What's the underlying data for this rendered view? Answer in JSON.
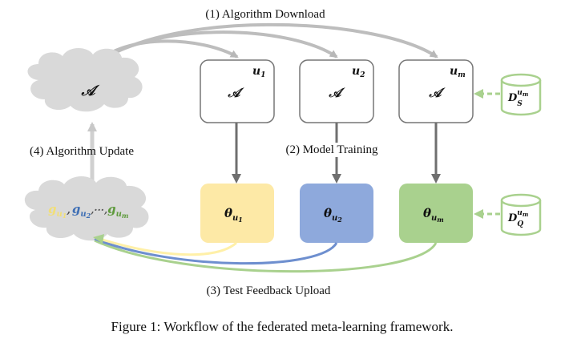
{
  "steps": {
    "download": "(1) Algorithm Download",
    "training": "(2) Model Training",
    "upload": "(3) Test Feedback Upload",
    "update": "(4) Algorithm Update"
  },
  "server": {
    "algorithm_symbol": "𝒜",
    "gradients": {
      "g": "g",
      "sub_u": "u",
      "sub_1": "1",
      "sub_2": "2",
      "sub_m": "m",
      "sep1": ",",
      "sep2": ",···,",
      "colors": [
        "#f5e37a",
        "#3f6fb5",
        "#5e9a3c"
      ]
    }
  },
  "clients": [
    {
      "label_u": "u",
      "label_sub": "1",
      "algorithm": "𝒜",
      "theta": "θ",
      "theta_u": "u",
      "theta_sub": "1",
      "color": "#fde9a6"
    },
    {
      "label_u": "u",
      "label_sub": "2",
      "algorithm": "𝒜",
      "theta": "θ",
      "theta_u": "u",
      "theta_sub": "2",
      "color": "#8ea9dc"
    },
    {
      "label_u": "u",
      "label_sub": "m",
      "algorithm": "𝒜",
      "theta": "θ",
      "theta_u": "u",
      "theta_sub": "m",
      "color": "#a9d18e"
    }
  ],
  "datasets": {
    "support": {
      "D": "D",
      "sup_u": "u",
      "sup_m": "m",
      "sub": "S"
    },
    "query": {
      "D": "D",
      "sup_u": "u",
      "sup_m": "m",
      "sub": "Q"
    }
  },
  "caption": "Figure 1: Workflow of the federated meta-learning framework.",
  "colors": {
    "arrow_gray": "#b8b8b8",
    "box_border": "#777777",
    "dash_green": "#a9d18e",
    "upload_yellow": "#fff0a8",
    "upload_blue": "#6e8fcf",
    "upload_green": "#a9d18e",
    "cloud": "#d9d9d9"
  }
}
